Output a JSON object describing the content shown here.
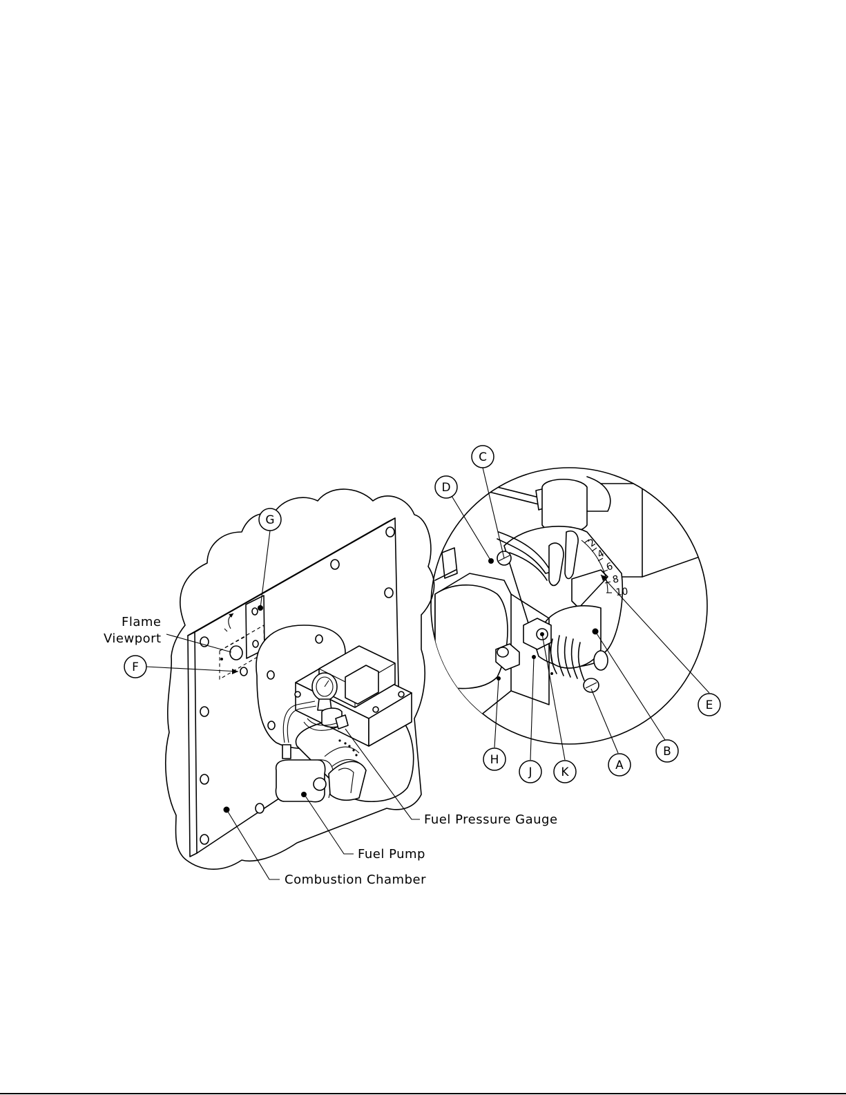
{
  "labels": {
    "flame_viewport_line1": "Flame",
    "flame_viewport_line2": "Viewport",
    "fuel_pressure_gauge": "Fuel Pressure Gauge",
    "fuel_pump": "Fuel Pump",
    "combustion_chamber": "Combustion Chamber"
  },
  "callouts": {
    "A": "A",
    "B": "B",
    "C": "C",
    "D": "D",
    "E": "E",
    "F": "F",
    "G": "G",
    "H": "H",
    "J": "J",
    "K": "K"
  },
  "scale": [
    "2",
    "4",
    "6",
    "8",
    "10"
  ]
}
